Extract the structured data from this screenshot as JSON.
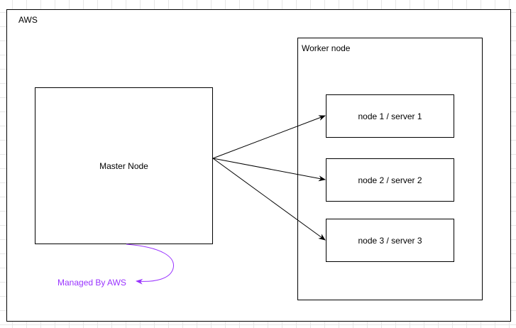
{
  "aws": {
    "label": "AWS"
  },
  "worker": {
    "label": "Worker node"
  },
  "master": {
    "label": "Master Node"
  },
  "nodes": [
    {
      "label": "node 1 / server 1"
    },
    {
      "label": "node 2 / server 2"
    },
    {
      "label": "node 3 / server 3"
    }
  ],
  "annotation": {
    "label": "Managed By AWS",
    "color": "#9933ff"
  },
  "colors": {
    "stroke": "#000000",
    "background": "#ffffff",
    "grid": "#e6e6e6"
  }
}
